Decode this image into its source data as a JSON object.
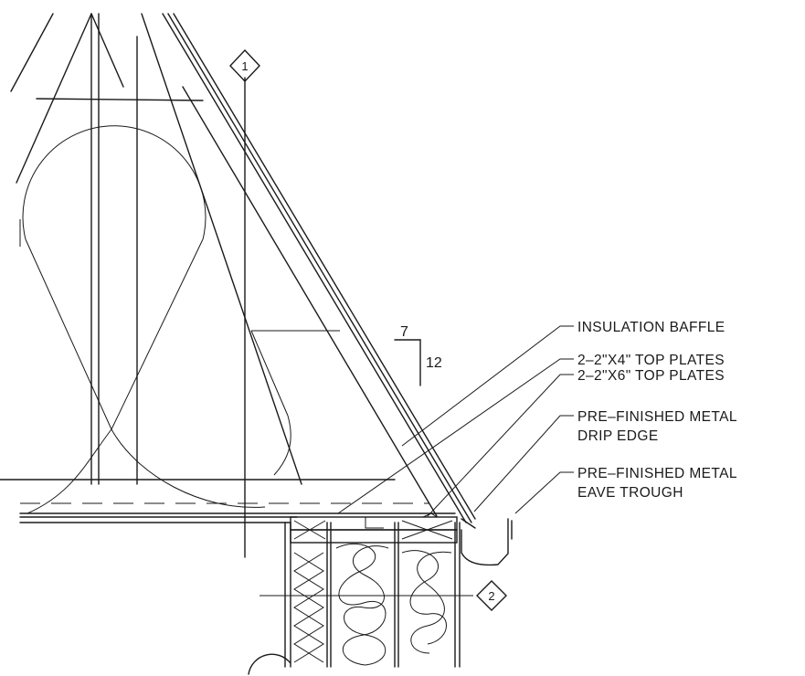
{
  "callouts": {
    "insulation_baffle": "INSULATION BAFFLE",
    "top_plates_2x4": "2–2\"X4\" TOP PLATES",
    "top_plates_2x6": "2–2\"X6\" TOP PLATES",
    "drip_edge_line1": "PRE–FINISHED METAL",
    "drip_edge_line2": "DRIP EDGE",
    "eave_trough_line1": "PRE–FINISHED METAL",
    "eave_trough_line2": "EAVE TROUGH"
  },
  "slope": {
    "rise": "7",
    "run": "12"
  },
  "markers": {
    "marker_1": "1",
    "marker_2": "2"
  }
}
